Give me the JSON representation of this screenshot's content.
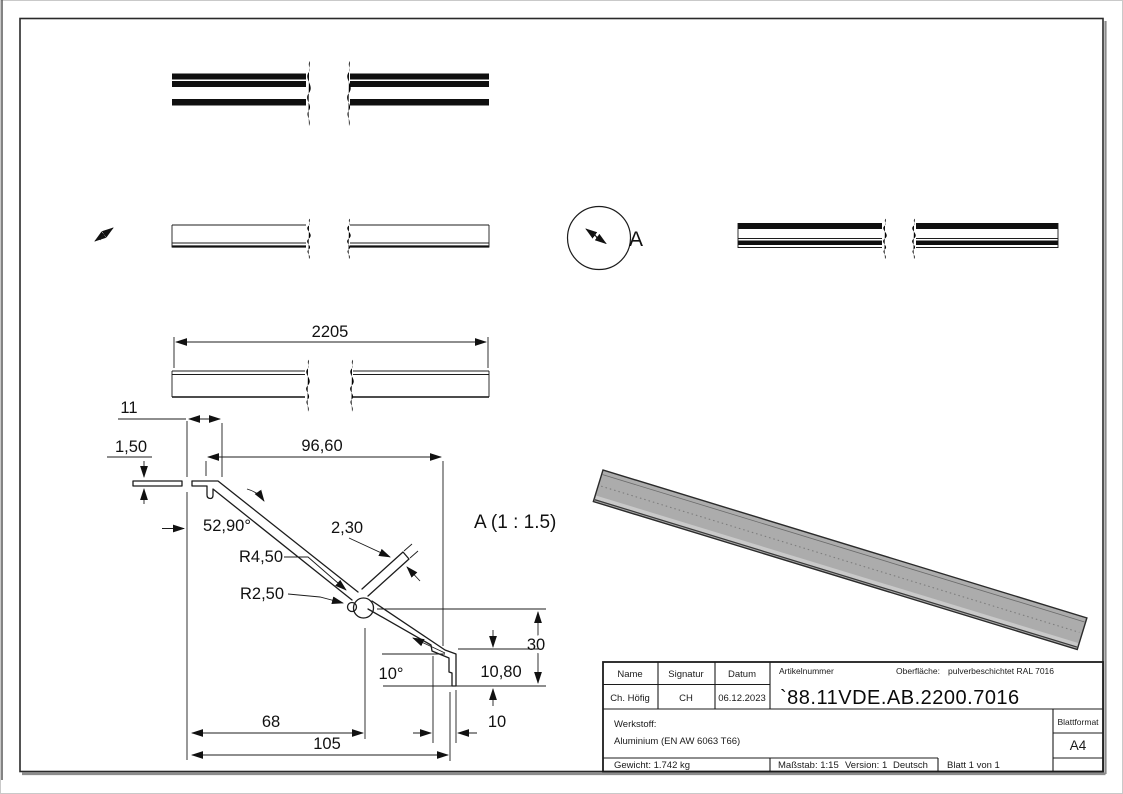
{
  "views": {
    "detail_marker_label": "A",
    "detail_view_label": "A (1 : 1.5)"
  },
  "dimensions": {
    "overall_length": "2205",
    "top_hook_width": "11",
    "lip_thickness": "1,50",
    "slope_horizontal": "96,60",
    "slope_angle": "52,90°",
    "wall_thickness": "2,30",
    "outer_radius": "R4,50",
    "inner_radius": "R2,50",
    "right_height": "30",
    "apron_angle": "10°",
    "end_drop": "10,80",
    "base_inner_width": "68",
    "base_width": "105",
    "end_offset": "10"
  },
  "title_block": {
    "name_label": "Name",
    "signature_label": "Signatur",
    "date_label": "Datum",
    "name": "Ch. Höfig",
    "signature": "CH",
    "date": "06.12.2023",
    "article_label": "Artikelnummer",
    "article_number": "`88.11VDE.AB.2200.7016",
    "surface_label": "Oberfläche:",
    "surface_value": "pulverbeschichtet RAL 7016",
    "material_label": "Werkstoff:",
    "material_value": "Aluminium (EN AW 6063 T66)",
    "sheet_format_label": "Blattformat",
    "sheet_format": "A4",
    "weight": "Gewicht: 1.742 kg",
    "scale": "Maßstab: 1:15",
    "version": "Version: 1",
    "language": "Deutsch",
    "sheet": "Blatt 1 von 1"
  },
  "colors": {
    "line": "#1c1c1c",
    "bar_fill": "#acacac",
    "frame_shadow": "#8c8c8c"
  }
}
